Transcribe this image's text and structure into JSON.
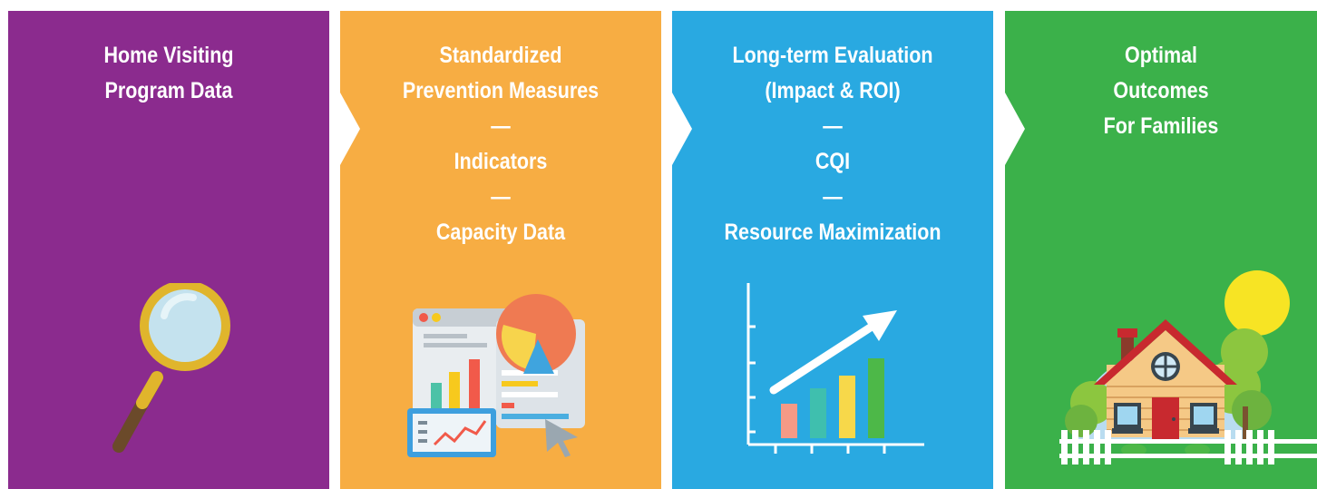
{
  "colors": {
    "purple": "#8b2b8e",
    "orange": "#f7ad43",
    "blue": "#29a9e1",
    "green": "#3bb14a",
    "text": "#ffffff"
  },
  "steps": [
    {
      "lines": [
        "Home Visiting",
        "Program Data"
      ],
      "icon": "magnifying-glass-icon"
    },
    {
      "lines": [
        "Standardized",
        "Prevention Measures",
        "—",
        "Indicators",
        "—",
        "Capacity Data"
      ],
      "icon": "analytics-dashboard-icon"
    },
    {
      "lines": [
        "Long-term Evaluation",
        "(Impact & ROI)",
        "—",
        "CQI",
        "—",
        "Resource Maximization"
      ],
      "icon": "growth-bar-chart-icon"
    },
    {
      "lines": [
        "Optimal",
        "Outcomes",
        "For Families"
      ],
      "icon": "family-house-icon"
    }
  ]
}
